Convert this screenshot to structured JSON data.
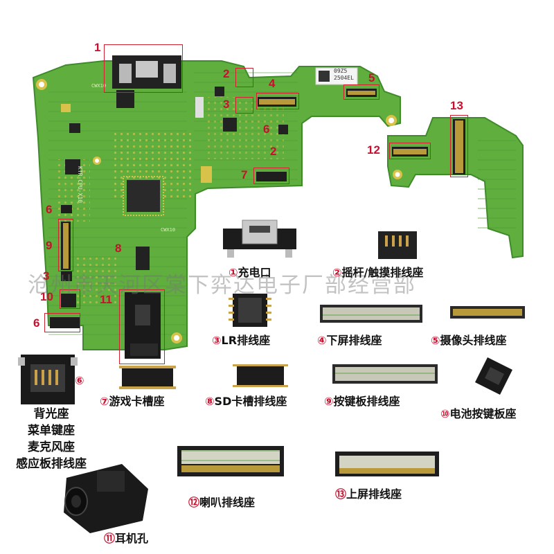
{
  "board": {
    "sticker_lines": [
      "09Z5",
      "2504EL"
    ],
    "silk_texts": [
      "KTR-CPU-X10",
      "CWX10",
      "CWX10"
    ]
  },
  "callouts": [
    {
      "id": "c1",
      "text": "1"
    },
    {
      "id": "c2a",
      "text": "2"
    },
    {
      "id": "c2b",
      "text": "2"
    },
    {
      "id": "c3a",
      "text": "3"
    },
    {
      "id": "c3b",
      "text": "3"
    },
    {
      "id": "c4",
      "text": "4"
    },
    {
      "id": "c5",
      "text": "5"
    },
    {
      "id": "c6a",
      "text": "6"
    },
    {
      "id": "c6b",
      "text": "6"
    },
    {
      "id": "c6c",
      "text": "6"
    },
    {
      "id": "c7",
      "text": "7"
    },
    {
      "id": "c8",
      "text": "8"
    },
    {
      "id": "c9",
      "text": "9"
    },
    {
      "id": "c10",
      "text": "10"
    },
    {
      "id": "c11",
      "text": "11"
    },
    {
      "id": "c12",
      "text": "12"
    },
    {
      "id": "c13",
      "text": "13"
    }
  ],
  "watermark": "沧州市天河区棠下弈达电子厂部经营部",
  "labels": {
    "l1": {
      "mark": "①",
      "text": "充电口"
    },
    "l2": {
      "mark": "②",
      "text": "摇杆/触摸排线座"
    },
    "l3": {
      "mark": "③",
      "text": "LR排线座"
    },
    "l4": {
      "mark": "④",
      "text": "下屏排线座"
    },
    "l5": {
      "mark": "⑤",
      "text": "摄像头排线座"
    },
    "l6": {
      "mark": "⑥",
      "text": ""
    },
    "l7": {
      "mark": "⑦",
      "text": "游戏卡槽座"
    },
    "l8": {
      "mark": "⑧",
      "text": "SD卡槽排线座"
    },
    "l9": {
      "mark": "⑨",
      "text": "按键板排线座"
    },
    "l10": {
      "mark": "⑩",
      "text": "电池按键板座"
    },
    "l11": {
      "mark": "⑪",
      "text": "耳机孔"
    },
    "l12": {
      "mark": "⑫",
      "text": "喇叭排线座"
    },
    "l13": {
      "mark": "⑬",
      "text": "上屏排线座"
    }
  },
  "six_list": [
    "背光座",
    "菜单键座",
    "麦克风座",
    "感应板排线座"
  ],
  "colors": {
    "pcb": "#5fae3e",
    "pcb_dark": "#3f8a2a",
    "pad": "#d8c24a",
    "callout": "#c8102e",
    "connector": "#222222"
  }
}
